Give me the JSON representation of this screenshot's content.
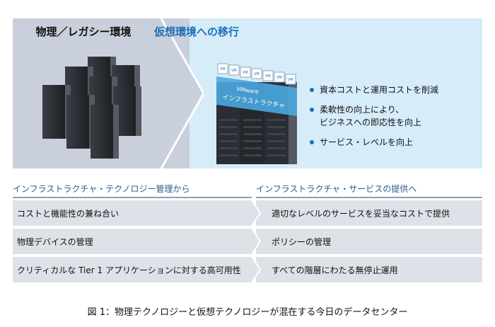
{
  "left_panel": {
    "title": "物理／レガシー環境"
  },
  "right_panel": {
    "title": "仮想環境への移行",
    "band_brand": "VMware",
    "band_label": "インフラストラクチャ",
    "vm_label": "VM",
    "bullets": [
      {
        "lines": [
          "資本コストと運用コストを削減"
        ]
      },
      {
        "lines": [
          "柔軟性の向上により、",
          "ビジネスへの即応性を向上"
        ]
      },
      {
        "lines": [
          "サービス・レベルを向上"
        ]
      }
    ]
  },
  "table": {
    "left_header": "インフラストラクチャ・テクノロジー管理から",
    "right_header": "インフラストラクチャ・サービスの提供へ",
    "rows": [
      {
        "left": "コストと機能性の兼ね合い",
        "right": "適切なレベルのサービスを妥当なコストで提供"
      },
      {
        "left": "物理デバイスの管理",
        "right": "ポリシーの管理"
      },
      {
        "left": "クリティカルな Tier 1 アプリケーションに対する高可用性",
        "right": "すべての階層にわたる無停止運用"
      }
    ]
  },
  "caption": "図 1：物理テクノロジーと仮想テクノロジーが混在する今日のデータセンター",
  "colors": {
    "left_panel_bg": "#c9cfdb",
    "right_panel_bg": "#d6ecf9",
    "accent": "#1b6fb8",
    "row_bg": "#dde1e8"
  }
}
